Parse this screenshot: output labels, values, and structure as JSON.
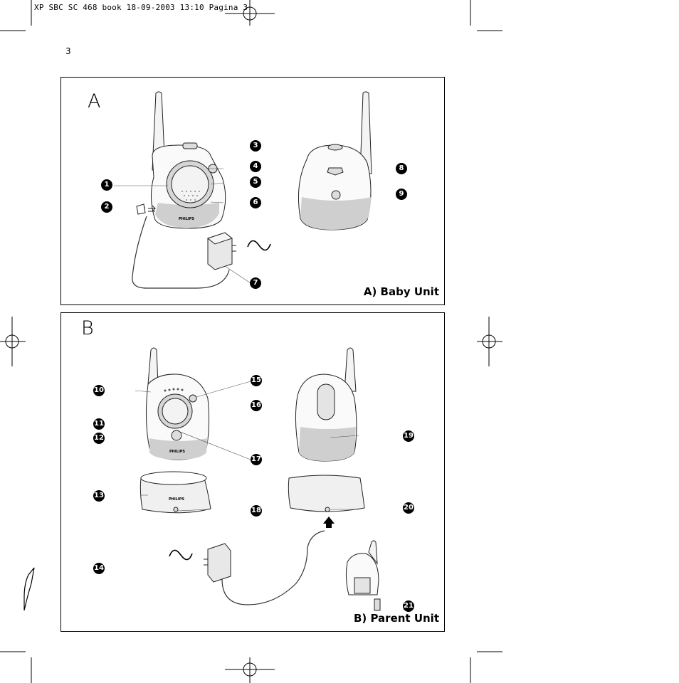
{
  "header": {
    "text": "XP SBC SC 468 book  18-09-2003  13:10  Pagina 3"
  },
  "page_number": "3",
  "panel_a": {
    "letter": "A",
    "caption": "A) Baby Unit",
    "brand": "PHILIPS",
    "callouts": [
      "1",
      "2",
      "3",
      "4",
      "5",
      "6",
      "7",
      "8",
      "9"
    ]
  },
  "panel_b": {
    "letter": "B",
    "caption": "B) Parent Unit",
    "brand": "PHILIPS",
    "callouts": [
      "10",
      "11",
      "12",
      "13",
      "14",
      "15",
      "16",
      "17",
      "18",
      "19",
      "20",
      "21"
    ]
  }
}
